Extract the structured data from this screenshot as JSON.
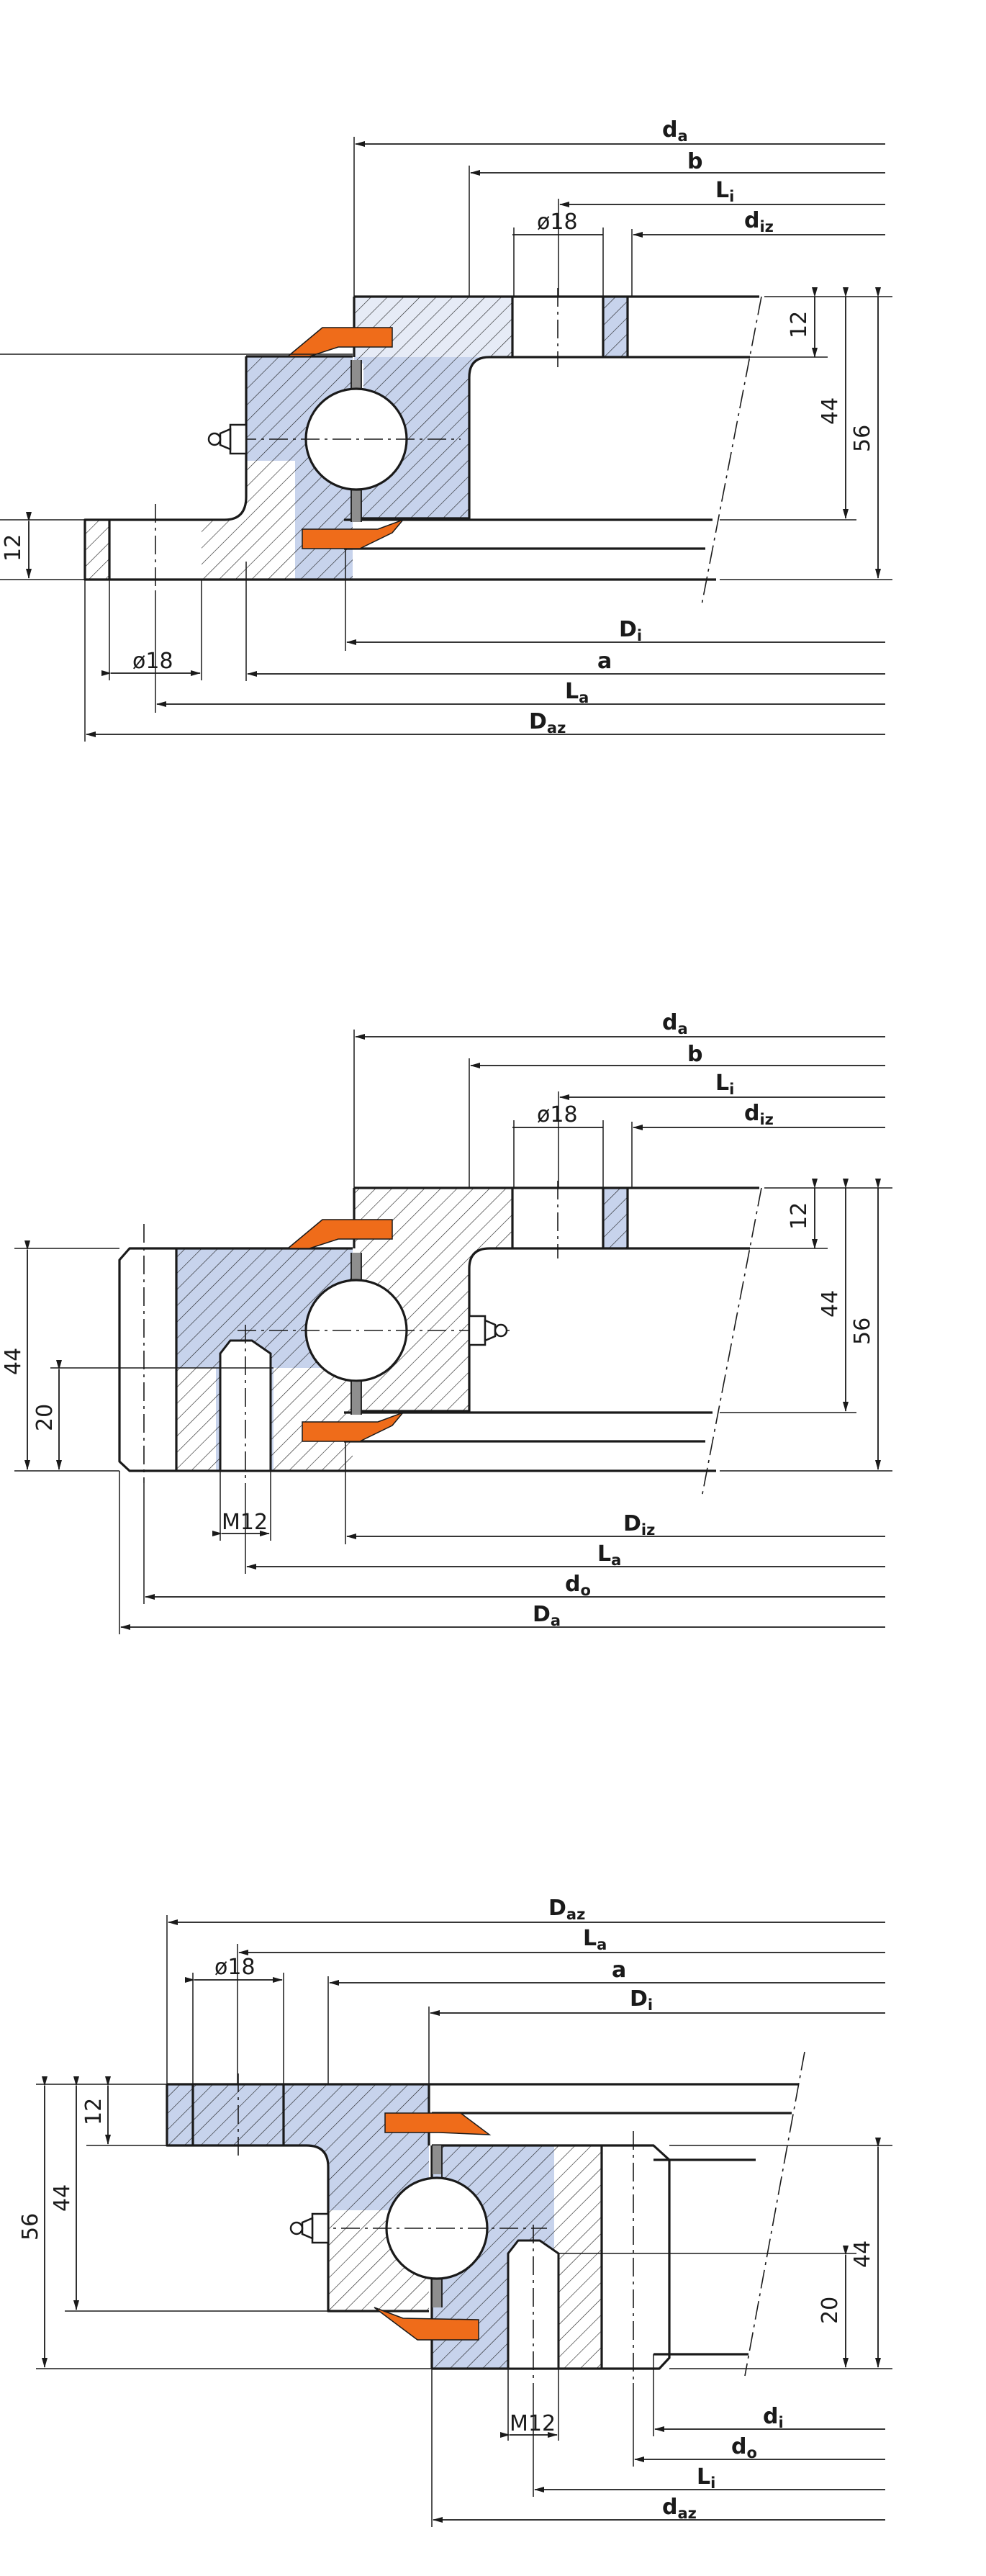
{
  "colors": {
    "ring_blue": "#c7d3ec",
    "seal_orange": "#ef6c1a",
    "line": "#1a1a1a",
    "spacer_gray": "#8e8e8e"
  },
  "views": [
    {
      "name": "external-gear-view",
      "top_dims": [
        {
          "main": "d",
          "sub": "a"
        },
        {
          "main": "b",
          "sub": ""
        },
        {
          "main": "L",
          "sub": "i"
        },
        {
          "main": "d",
          "sub": "iz"
        }
      ],
      "hole_label": "ø18",
      "right_dims": [
        "12",
        "44",
        "56"
      ],
      "left_dims": [
        "12"
      ],
      "bottom_hole_label": "ø18",
      "bottom_dims": [
        {
          "main": "D",
          "sub": "i"
        },
        {
          "main": "a",
          "sub": ""
        },
        {
          "main": "L",
          "sub": "a"
        },
        {
          "main": "D",
          "sub": "az"
        }
      ]
    },
    {
      "name": "internal-gear-view",
      "top_dims": [
        {
          "main": "d",
          "sub": "a"
        },
        {
          "main": "b",
          "sub": ""
        },
        {
          "main": "L",
          "sub": "i"
        },
        {
          "main": "d",
          "sub": "iz"
        }
      ],
      "hole_label": "ø18",
      "right_dims": [
        "12",
        "44",
        "56"
      ],
      "left_dims": [
        "44",
        "20"
      ],
      "thread_label": "M12",
      "bottom_dims": [
        {
          "main": "D",
          "sub": "iz"
        },
        {
          "main": "L",
          "sub": "a"
        },
        {
          "main": "d",
          "sub": "o"
        },
        {
          "main": "D",
          "sub": "a"
        }
      ]
    },
    {
      "name": "mirrored-view",
      "top_dims": [
        {
          "main": "D",
          "sub": "az"
        },
        {
          "main": "L",
          "sub": "a"
        },
        {
          "main": "a",
          "sub": ""
        },
        {
          "main": "D",
          "sub": "i"
        }
      ],
      "hole_label": "ø18",
      "left_dims": [
        "56",
        "44",
        "12"
      ],
      "right_dims": [
        "44",
        "20"
      ],
      "thread_label": "M12",
      "bottom_dims": [
        {
          "main": "d",
          "sub": "i"
        },
        {
          "main": "d",
          "sub": "o"
        },
        {
          "main": "L",
          "sub": "i"
        },
        {
          "main": "d",
          "sub": "az"
        }
      ]
    }
  ]
}
